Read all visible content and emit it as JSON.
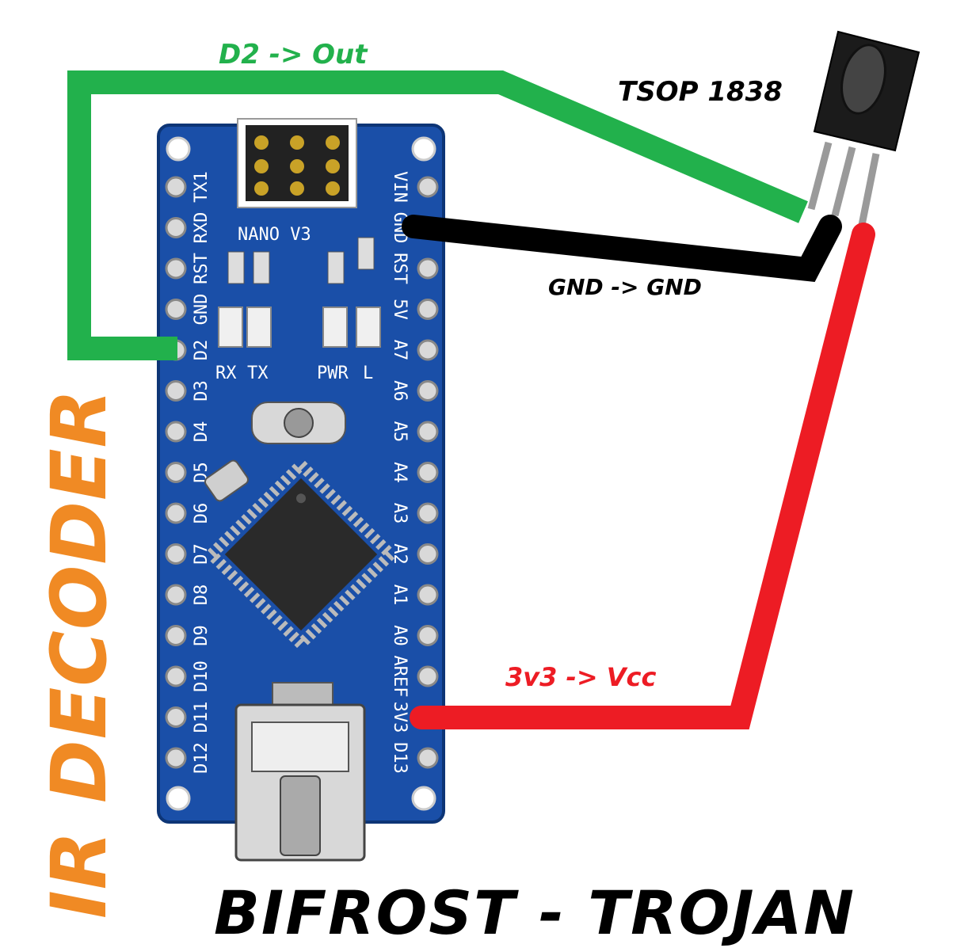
{
  "labels": {
    "d2_out": "D2 -> Out",
    "gnd_gnd": "GND -> GND",
    "vcc": "3v3 -> Vcc",
    "sensor": "TSOP 1838",
    "vertical_title": "IR DECODER",
    "footer_title": "BIFROST - TROJAN"
  },
  "board": {
    "name": "NANO V3",
    "left_pins": [
      "TX1",
      "RXD",
      "RST",
      "GND",
      "D2",
      "D3",
      "D4",
      "D5",
      "D6",
      "D7",
      "D8",
      "D9",
      "D10",
      "D11",
      "D12"
    ],
    "right_pins": [
      "VIN",
      "GND",
      "RST",
      "5V",
      "A7",
      "A6",
      "A5",
      "A4",
      "A3",
      "A2",
      "A1",
      "A0",
      "AREF",
      "3V3",
      "D13"
    ],
    "leds": [
      "RX",
      "TX",
      "PWR",
      "L"
    ]
  },
  "colors": {
    "out_wire": "#22b14c",
    "gnd_wire": "#000000",
    "vcc_wire": "#ed1c24",
    "board": "#1a4fa8",
    "title": "#f08a24"
  }
}
